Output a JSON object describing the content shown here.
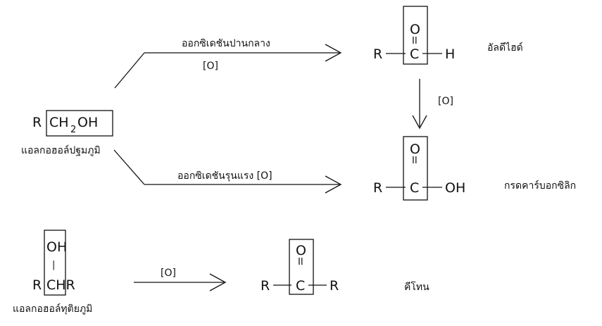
{
  "primary_alcohol": {
    "r": "R",
    "group_main": "CH",
    "group_sub": "2",
    "group_tail": "OH",
    "label": "แอลกอฮอล์ปฐมภูมิ"
  },
  "mild_oxidation": {
    "label": "ออกซิเดชันปานกลาง",
    "reagent": "[O]"
  },
  "strong_oxidation": {
    "label": "ออกซิเดชันรุนแรง [O]"
  },
  "aldehyde": {
    "r": "R",
    "o": "O",
    "double_bond": "II",
    "c": "C",
    "h": "H",
    "name": "อัลดีไฮด์"
  },
  "aldehyde_to_acid": {
    "reagent": "[O]"
  },
  "carboxylic_acid": {
    "r": "R",
    "o": "O",
    "double_bond": "II",
    "c": "C",
    "oh": "OH",
    "name": "กรดคาร์บอกซิลิก"
  },
  "secondary_alcohol": {
    "oh": "OH",
    "single_bond": "|",
    "r1": "R",
    "chr": "CHR",
    "label": "แอลกอฮอล์ทุติยภูมิ"
  },
  "secondary_oxidation": {
    "reagent": "[O]"
  },
  "ketone": {
    "r1": "R",
    "o": "O",
    "double_bond": "II",
    "c": "C",
    "r2": "R",
    "name": "คีโทน"
  }
}
